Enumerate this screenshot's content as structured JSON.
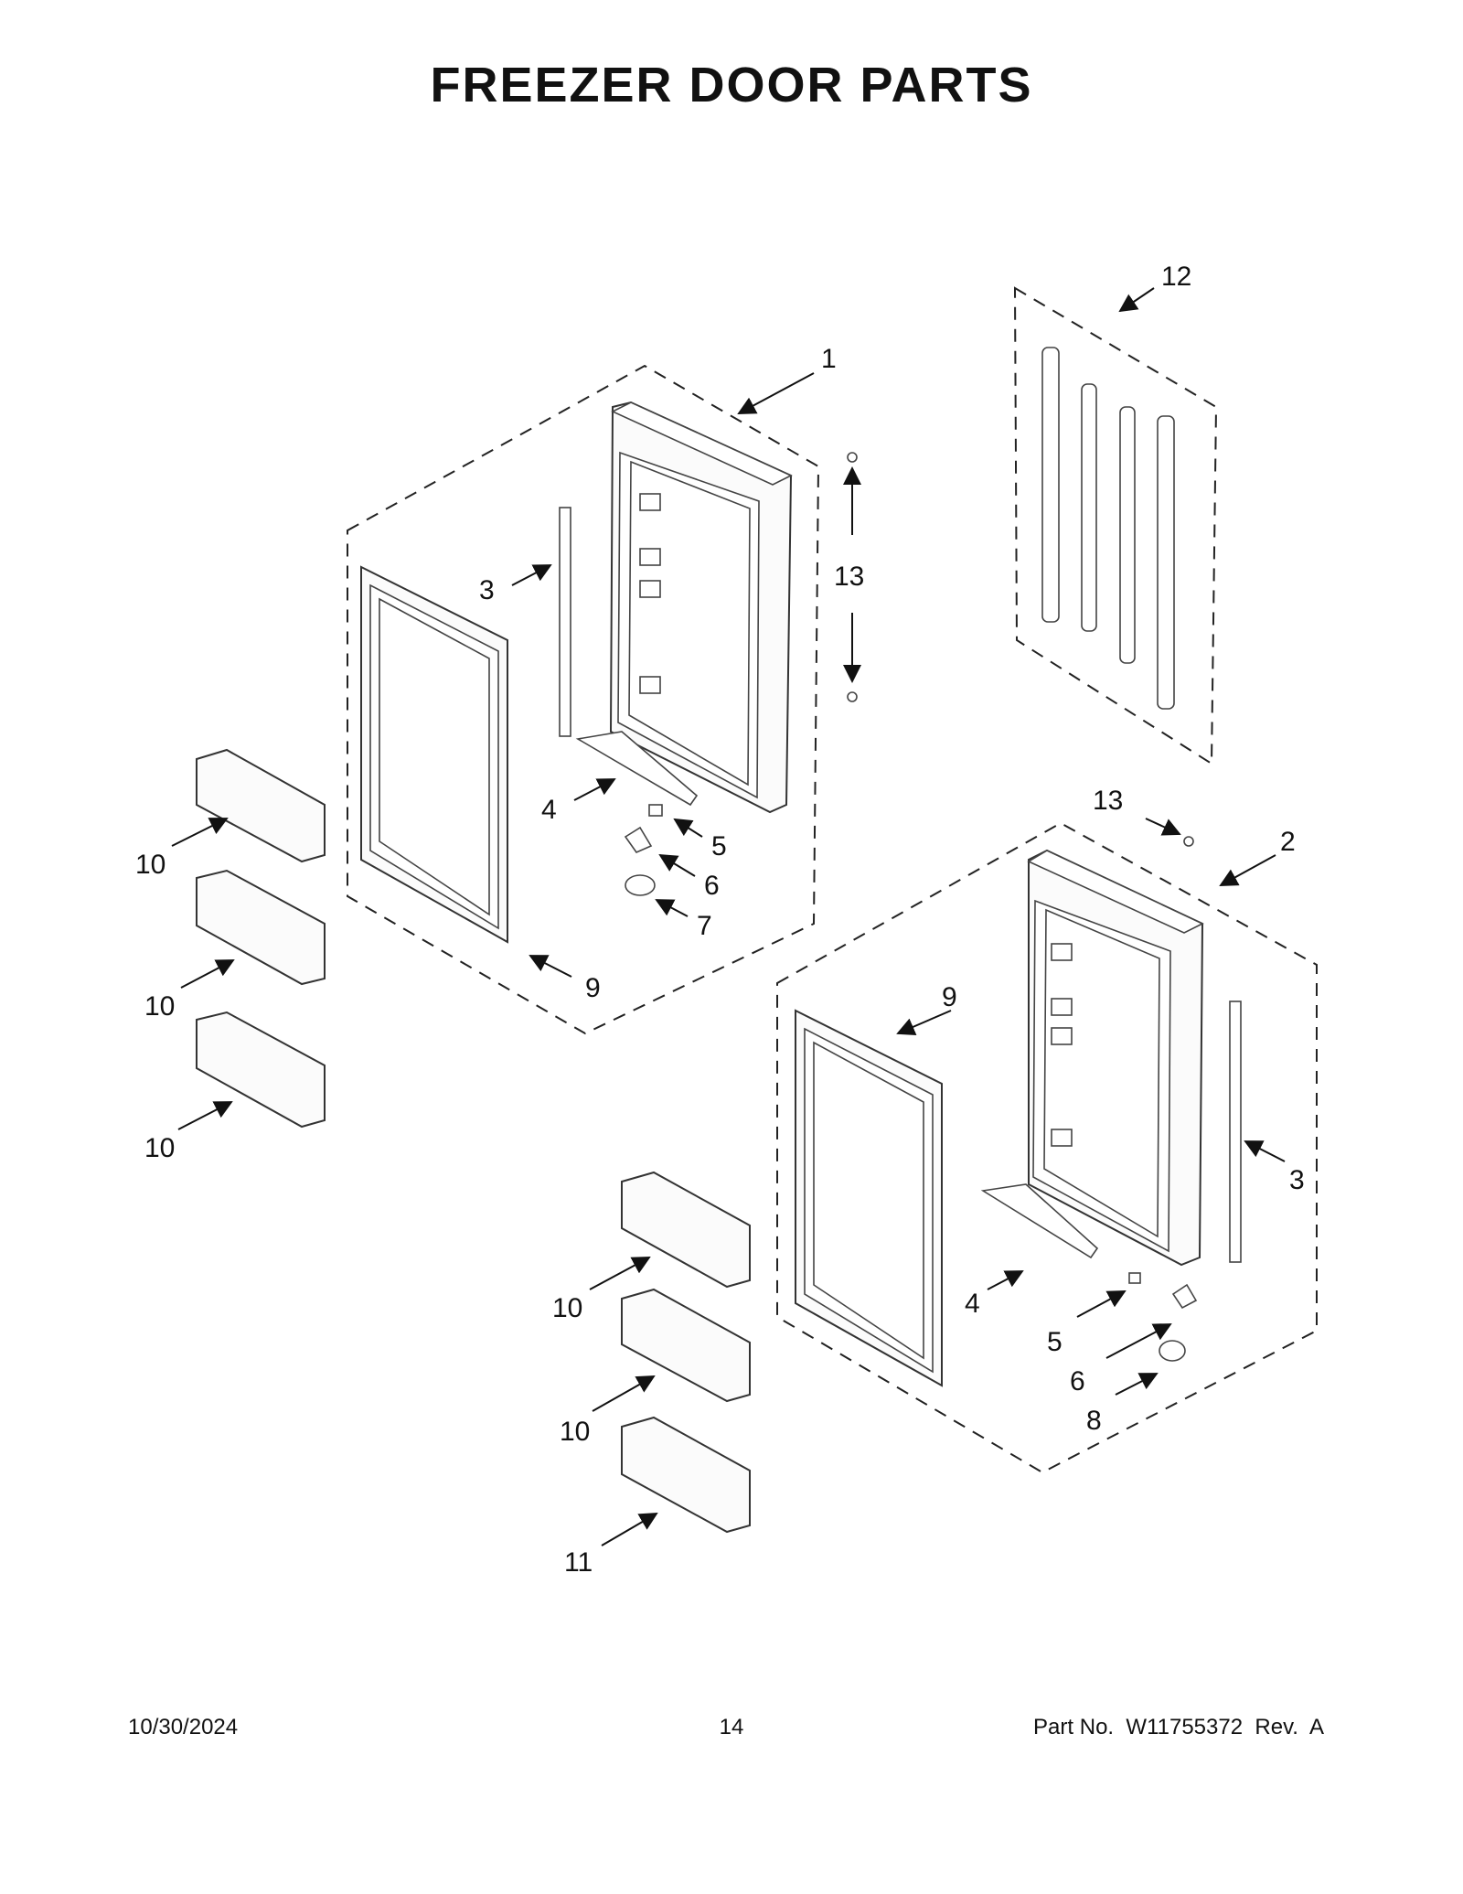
{
  "title": "FREEZER DOOR PARTS",
  "callouts": {
    "c1": "1",
    "c2": "2",
    "c3a": "3",
    "c3b": "3",
    "c4a": "4",
    "c4b": "4",
    "c5a": "5",
    "c5b": "5",
    "c6a": "6",
    "c6b": "6",
    "c7": "7",
    "c8": "8",
    "c9a": "9",
    "c9b": "9",
    "c10a": "10",
    "c10b": "10",
    "c10c": "10",
    "c10d": "10",
    "c10e": "10",
    "c11": "11",
    "c12": "12",
    "c13a": "13",
    "c13b": "13"
  },
  "footer": {
    "date": "10/30/2024",
    "page": "14",
    "part_no": "Part No.  W11755372  Rev.  A"
  }
}
